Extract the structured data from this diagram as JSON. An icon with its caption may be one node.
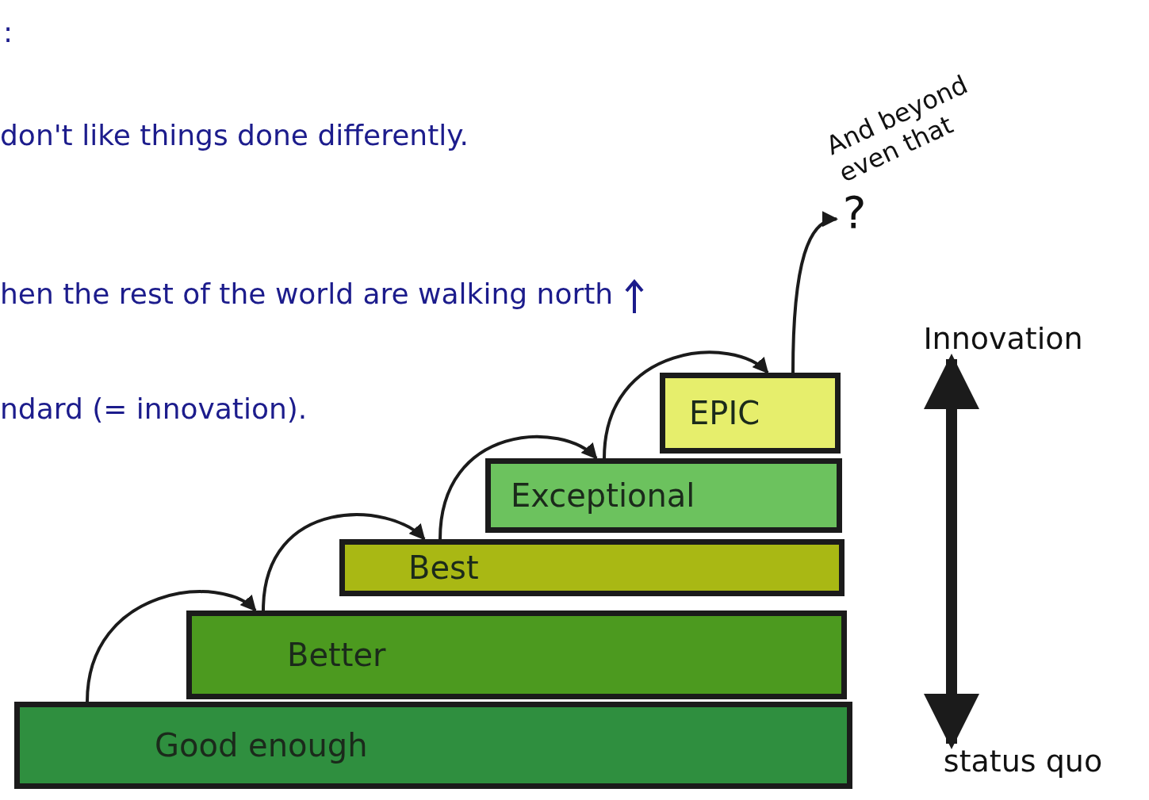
{
  "diagram": {
    "nodes": [
      {
        "text": [
          "Good enough"
        ]
      },
      {
        "text": [
          "Better"
        ]
      },
      {
        "text": [
          "Best"
        ]
      },
      {
        "text": [
          "Exceptional"
        ]
      },
      {
        "text": [
          "EPIC"
        ]
      },
      {
        "text": [
          "?"
        ]
      },
      {
        "text": [
          "Innovation"
        ]
      },
      {
        "text": [
          "status quo"
        ]
      }
    ],
    "edges": [
      {
        "from": 0,
        "to": 1,
        "arrow": "to"
      },
      {
        "from": 1,
        "to": 2,
        "arrow": "to"
      },
      {
        "from": 2,
        "to": 3,
        "arrow": "to"
      },
      {
        "from": 3,
        "to": 4,
        "arrow": "to"
      },
      {
        "from": 4,
        "to": 5,
        "arrow": "to"
      },
      {
        "from": 7,
        "to": 6,
        "arrow": "both",
        "style": "thick"
      }
    ],
    "labels": [
      ":",
      "don't like things done differently.",
      "hen the rest of the world are walking north",
      "ndard (= innovation).",
      "And beyond even that"
    ]
  }
}
